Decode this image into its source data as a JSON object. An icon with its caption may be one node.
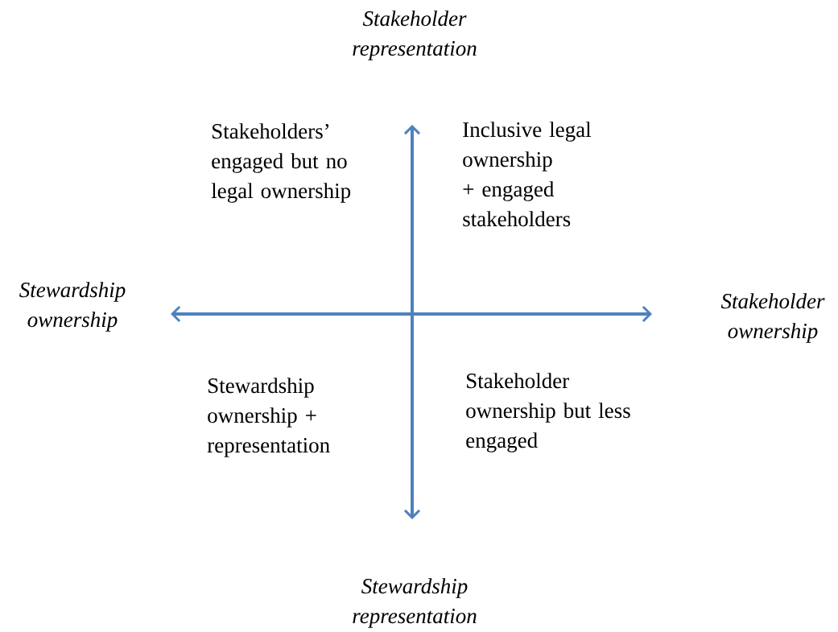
{
  "diagram": {
    "labels": [
      "Stakeholder representation",
      "Stakeholders’ engaged but no legal ownership",
      "Inclusive legal ownership + engaged stakeholders",
      "Stewardship ownership",
      "Stakeholder ownership",
      "Stewardship ownership + representation",
      "Stakeholder ownership but less engaged",
      "Stewardship representation"
    ]
  }
}
